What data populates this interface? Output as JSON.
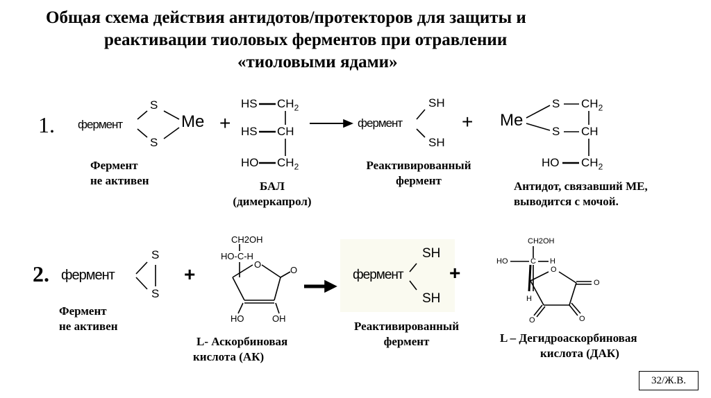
{
  "title": {
    "line1": "Общая схема действия антидотов/протекторов для защиты и",
    "line2": "реактивации тиоловых ферментов при отравлении",
    "line3": "«тиоловыми ядами»"
  },
  "reaction1": {
    "number": "1.",
    "enzyme": "фермент",
    "S": "S",
    "Me": "Me",
    "plus": "+",
    "bal": {
      "HS": "HS",
      "HO": "HO",
      "CH2": "CH2",
      "CH": "CH"
    },
    "SH": "SH",
    "labels": {
      "inactive1": "Фермент",
      "inactive2": "не активен",
      "bal1": "БАЛ",
      "bal2": "(димеркапрол)",
      "react1": "Реактивированный",
      "react2": "фермент",
      "antidote1": "Антидот, связавший МЕ,",
      "antidote2": "выводится с мочой."
    }
  },
  "reaction2": {
    "number": "2.",
    "enzyme": "фермент",
    "S": "S",
    "plus": "+",
    "SH": "SH",
    "asc": {
      "CH2OH": "CH2OH",
      "HOCH": "HO-C-H",
      "O": "O",
      "HO": "HO",
      "OH": "OH"
    },
    "dha": {
      "CH2OH": "CH2OH",
      "HO": "HO",
      "C": "C",
      "H": "H",
      "O": "O"
    },
    "labels": {
      "inactive1": "Фермент",
      "inactive2": "не активен",
      "ak1": "L- Аскорбиновая",
      "ak2": "кислота (АК)",
      "react1": "Реактивированный",
      "react2": "фермент",
      "dak1": "L – Дегидроаскорбиновая",
      "dak2": "кислота (ДАК)"
    }
  },
  "page_label": "32/Ж.В."
}
